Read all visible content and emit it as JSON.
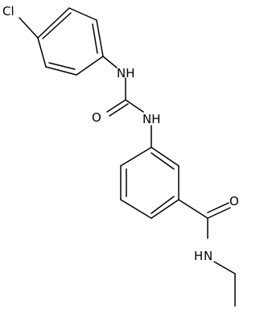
{
  "molecule": {
    "labels": {
      "cl": "Cl",
      "nh_upper": "NH",
      "o_urea": "O",
      "nh_lower": "NH",
      "o_amide": "O",
      "n_amide": "N",
      "h_amide": "H"
    }
  }
}
